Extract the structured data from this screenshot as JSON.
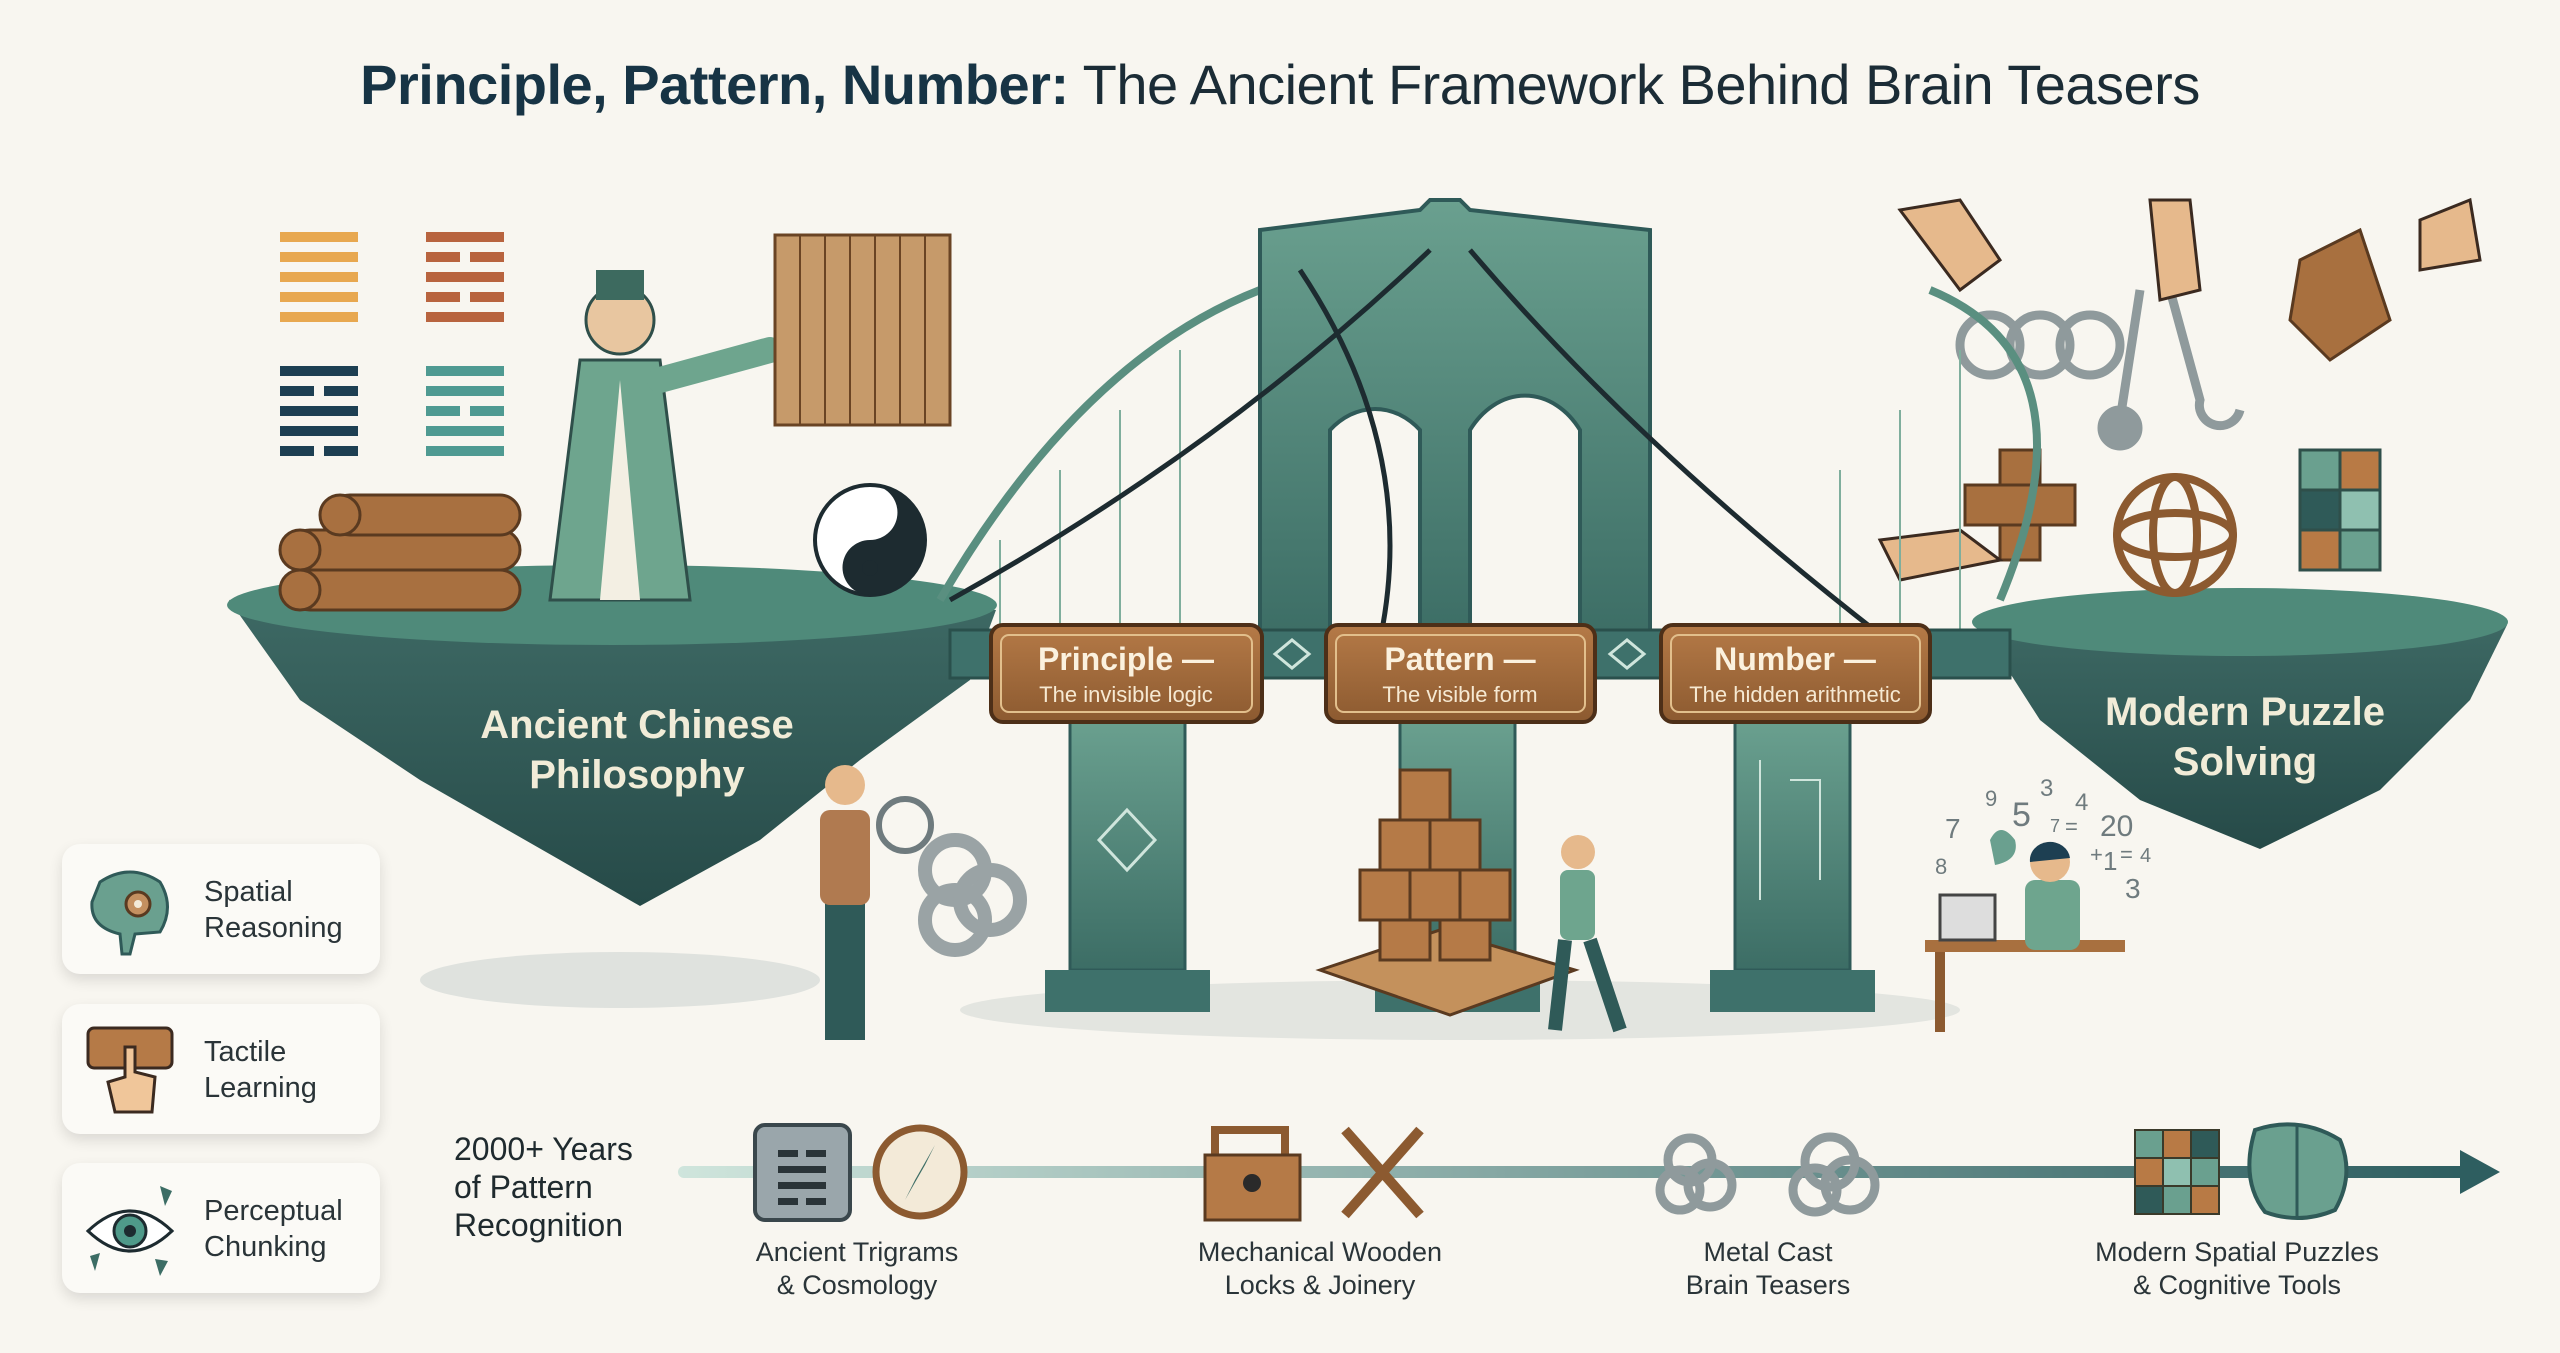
{
  "title": {
    "bold": "Principle, Pattern, Number:",
    "regular": " The Ancient Framework Behind Brain Teasers"
  },
  "islands": {
    "left": {
      "line1": "Ancient Chinese",
      "line2": "Philosophy"
    },
    "right": {
      "line1": "Modern Puzzle",
      "line2": "Solving"
    }
  },
  "plaques": [
    {
      "title": "Principle —",
      "subtitle": "The invisible logic"
    },
    {
      "title": "Pattern —",
      "subtitle": "The visible form"
    },
    {
      "title": "Number —",
      "subtitle": "The hidden arithmetic"
    }
  ],
  "floating_numbers": [
    "9",
    "3",
    "5",
    "4",
    "7",
    "=",
    "20",
    "7",
    "+",
    "1",
    "=",
    "4",
    "8",
    "3"
  ],
  "cards": [
    {
      "icon": "brain-gear-icon",
      "line1": "Spatial",
      "line2": "Reasoning"
    },
    {
      "icon": "finger-touch-icon",
      "line1": "Tactile",
      "line2": "Learning"
    },
    {
      "icon": "eye-fragments-icon",
      "line1": "Perceptual",
      "line2": "Chunking"
    }
  ],
  "timeline": {
    "heading": [
      "2000+ Years",
      "of Pattern",
      "Recognition"
    ],
    "items": [
      {
        "icons": [
          "trigram-tablet-icon",
          "compass-icon"
        ],
        "line1": "Ancient Trigrams",
        "line2": "& Cosmology"
      },
      {
        "icons": [
          "wooden-lock-icon",
          "hammer-icon"
        ],
        "line1": "Mechanical Wooden",
        "line2": "Locks & Joinery"
      },
      {
        "icons": [
          "metal-knot-icon",
          "metal-knot-icon"
        ],
        "line1": "Metal Cast",
        "line2": "Brain Teasers"
      },
      {
        "icons": [
          "puzzle-cube-icon",
          "brain-icon"
        ],
        "line1": "Modern Spatial Puzzles",
        "line2": "& Cognitive Tools"
      }
    ]
  },
  "colors": {
    "teal": "#4f8a7a",
    "dark_teal": "#2f5a58",
    "wood": "#a8703f",
    "cream": "#f8f6f0",
    "ink": "#1b2c36"
  }
}
